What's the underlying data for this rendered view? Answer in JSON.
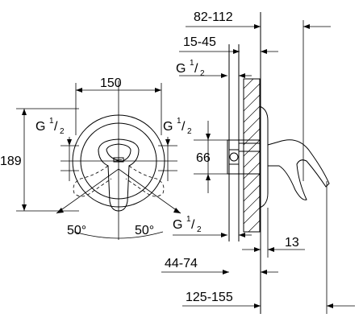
{
  "front_view": {
    "width_label": "150",
    "height_label": "189",
    "thread_left": "G",
    "thread_left_sup": "1",
    "thread_left_den": "2",
    "thread_right": "G",
    "thread_right_sup": "1",
    "thread_right_den": "2",
    "angle_left": "50°",
    "angle_right": "50°",
    "thread_bottom": "G",
    "thread_bottom_sup": "1",
    "thread_bottom_den": "2"
  },
  "side_view": {
    "depth_total": "82-112",
    "depth_inner": "15-45",
    "thread_top": "G",
    "thread_top_sup": "1",
    "thread_top_den": "2",
    "height_66": "66",
    "offset_13": "13",
    "depth_44_74": "44-74",
    "depth_125_155": "125-155"
  }
}
